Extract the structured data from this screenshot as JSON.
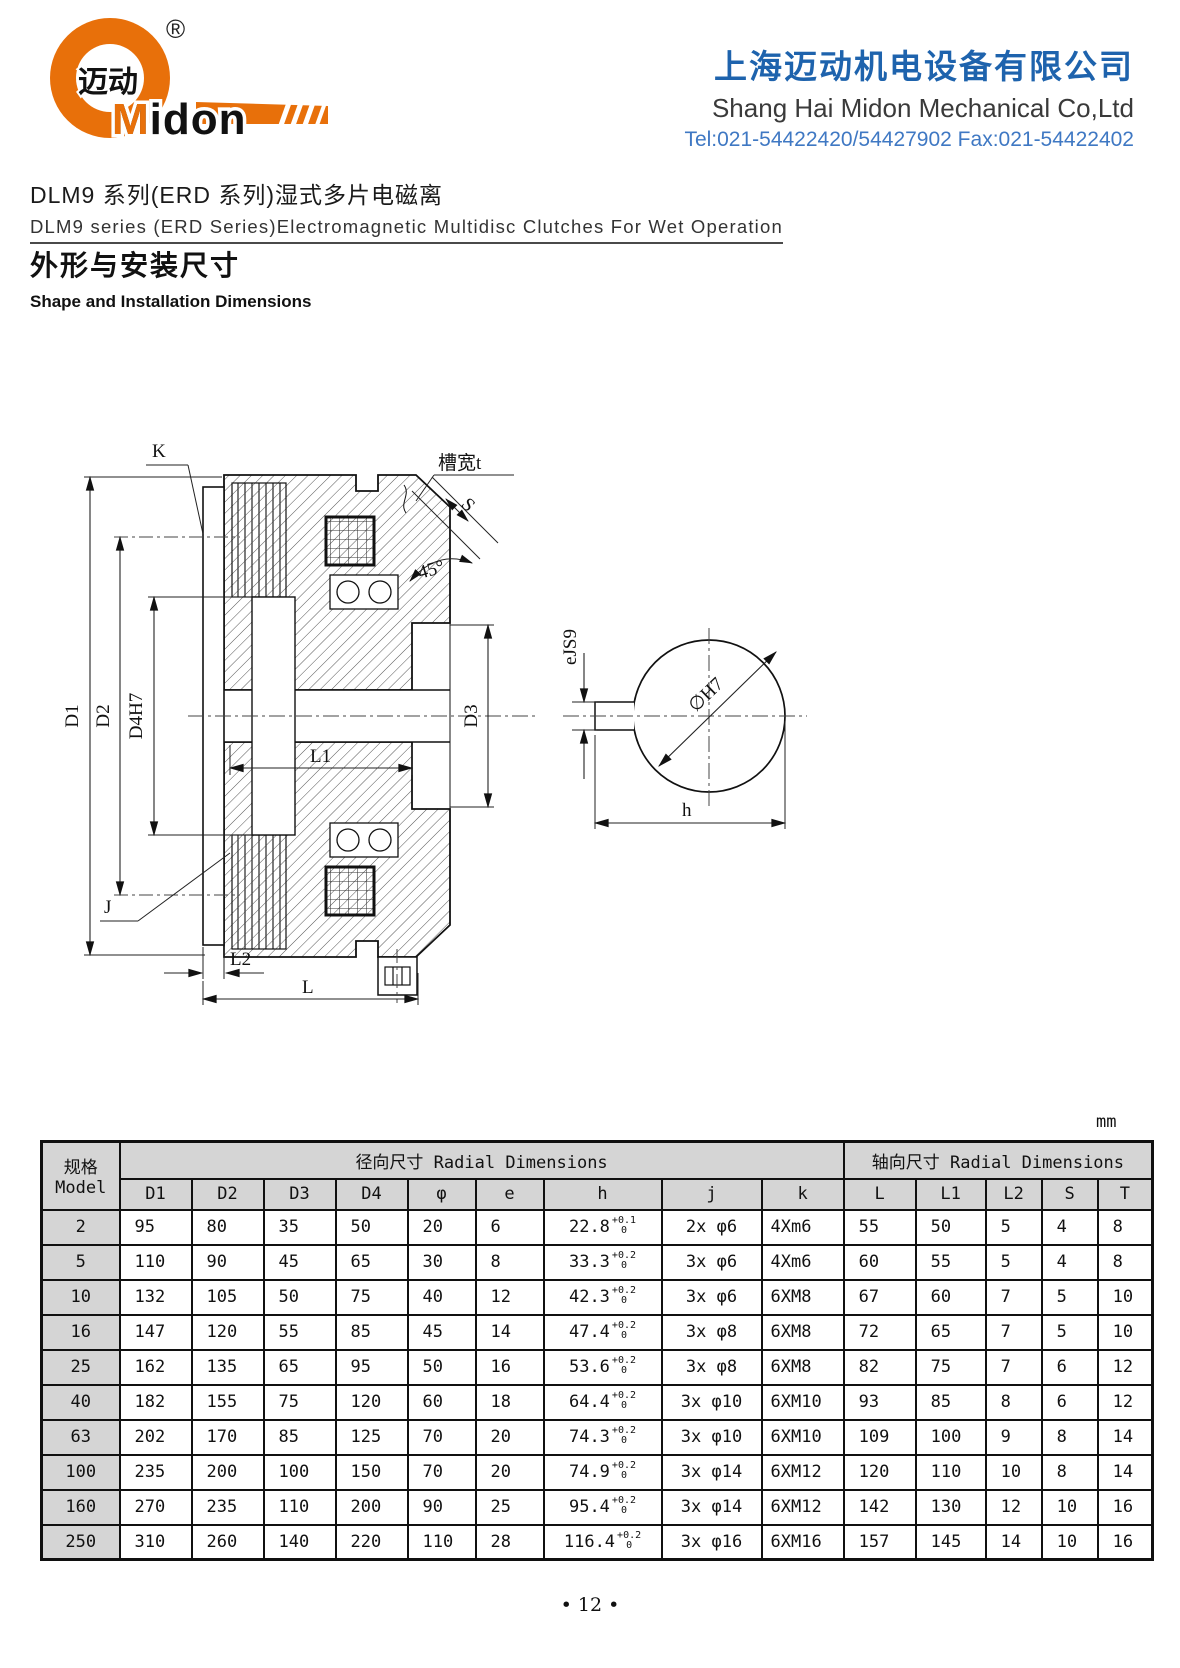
{
  "header": {
    "logo": {
      "brand": "Midon",
      "brand_m": "M",
      "brand_cn": "迈动",
      "registered": "®",
      "orange": "#e8700a"
    },
    "company_cn": "上海迈动机电设备有限公司",
    "company_en": "Shang Hai Midon Mechanical Co,Ltd",
    "contact": "Tel:021-54422420/54427902 Fax:021-54422402",
    "brand_blue": "#1e63ad"
  },
  "title": {
    "cn": "DLM9 系列(ERD 系列)湿式多片电磁离",
    "en": "DLM9 series (ERD Series)Electromagnetic Multidisc Clutches For Wet Operation"
  },
  "section": {
    "cn": "外形与安装尺寸",
    "en": "Shape and Installation Dimensions"
  },
  "drawing": {
    "labels": {
      "k": "K",
      "slot_width": "槽宽t",
      "s": "S",
      "angle45": "45°",
      "d1": "D1",
      "d2": "D2",
      "d4h7": "D4H7",
      "d3": "D3",
      "l1": "L1",
      "j": "J",
      "l2": "L2",
      "l": "L",
      "ejs9": "eJS9",
      "phih7": "∅H7",
      "h": "h"
    }
  },
  "table": {
    "unit": "mm",
    "spec_header_cn": "规格",
    "spec_header_en": "Model",
    "radial_group": "径向尺寸 Radial Dimensions",
    "axial_group": "轴向尺寸 Radial Dimensions",
    "columns": [
      "D1",
      "D2",
      "D3",
      "D4",
      "φ",
      "e",
      "h",
      "j",
      "k",
      "L",
      "L1",
      "L2",
      "S",
      "T"
    ],
    "rows": [
      {
        "model": "2",
        "d1": "95",
        "d2": "80",
        "d3": "35",
        "d4": "50",
        "phi": "20",
        "e": "6",
        "h_base": "22.8",
        "h_sub": "0",
        "h_sup": "+0.1",
        "j": "2x φ6",
        "k": "4Xm6",
        "l": "55",
        "l1": "50",
        "l2": "5",
        "s": "4",
        "t": "8"
      },
      {
        "model": "5",
        "d1": "110",
        "d2": "90",
        "d3": "45",
        "d4": "65",
        "phi": "30",
        "e": "8",
        "h_base": "33.3",
        "h_sub": "0",
        "h_sup": "+0.2",
        "j": "3x φ6",
        "k": "4Xm6",
        "l": "60",
        "l1": "55",
        "l2": "5",
        "s": "4",
        "t": "8"
      },
      {
        "model": "10",
        "d1": "132",
        "d2": "105",
        "d3": "50",
        "d4": "75",
        "phi": "40",
        "e": "12",
        "h_base": "42.3",
        "h_sub": "0",
        "h_sup": "+0.2",
        "j": "3x φ6",
        "k": "6XM8",
        "l": "67",
        "l1": "60",
        "l2": "7",
        "s": "5",
        "t": "10"
      },
      {
        "model": "16",
        "d1": "147",
        "d2": "120",
        "d3": "55",
        "d4": "85",
        "phi": "45",
        "e": "14",
        "h_base": "47.4",
        "h_sub": "0",
        "h_sup": "+0.2",
        "j": "3x φ8",
        "k": "6XM8",
        "l": "72",
        "l1": "65",
        "l2": "7",
        "s": "5",
        "t": "10"
      },
      {
        "model": "25",
        "d1": "162",
        "d2": "135",
        "d3": "65",
        "d4": "95",
        "phi": "50",
        "e": "16",
        "h_base": "53.6",
        "h_sub": "0",
        "h_sup": "+0.2",
        "j": "3x φ8",
        "k": "6XM8",
        "l": "82",
        "l1": "75",
        "l2": "7",
        "s": "6",
        "t": "12"
      },
      {
        "model": "40",
        "d1": "182",
        "d2": "155",
        "d3": "75",
        "d4": "120",
        "phi": "60",
        "e": "18",
        "h_base": "64.4",
        "h_sub": "0",
        "h_sup": "+0.2",
        "j": "3x φ10",
        "k": "6XM10",
        "l": "93",
        "l1": "85",
        "l2": "8",
        "s": "6",
        "t": "12"
      },
      {
        "model": "63",
        "d1": "202",
        "d2": "170",
        "d3": "85",
        "d4": "125",
        "phi": "70",
        "e": "20",
        "h_base": "74.3",
        "h_sub": "0",
        "h_sup": "+0.2",
        "j": "3x φ10",
        "k": "6XM10",
        "l": "109",
        "l1": "100",
        "l2": "9",
        "s": "8",
        "t": "14"
      },
      {
        "model": "100",
        "d1": "235",
        "d2": "200",
        "d3": "100",
        "d4": "150",
        "phi": "70",
        "e": "20",
        "h_base": "74.9",
        "h_sub": "0",
        "h_sup": "+0.2",
        "j": "3x φ14",
        "k": "6XM12",
        "l": "120",
        "l1": "110",
        "l2": "10",
        "s": "8",
        "t": "14"
      },
      {
        "model": "160",
        "d1": "270",
        "d2": "235",
        "d3": "110",
        "d4": "200",
        "phi": "90",
        "e": "25",
        "h_base": "95.4",
        "h_sub": "0",
        "h_sup": "+0.2",
        "j": "3x φ14",
        "k": "6XM12",
        "l": "142",
        "l1": "130",
        "l2": "12",
        "s": "10",
        "t": "16"
      },
      {
        "model": "250",
        "d1": "310",
        "d2": "260",
        "d3": "140",
        "d4": "220",
        "phi": "110",
        "e": "28",
        "h_base": "116.4",
        "h_sub": "0",
        "h_sup": "+0.2",
        "j": "3x φ16",
        "k": "6XM16",
        "l": "157",
        "l1": "145",
        "l2": "14",
        "s": "10",
        "t": "16"
      }
    ]
  },
  "footer": {
    "page": "• 12 •"
  }
}
